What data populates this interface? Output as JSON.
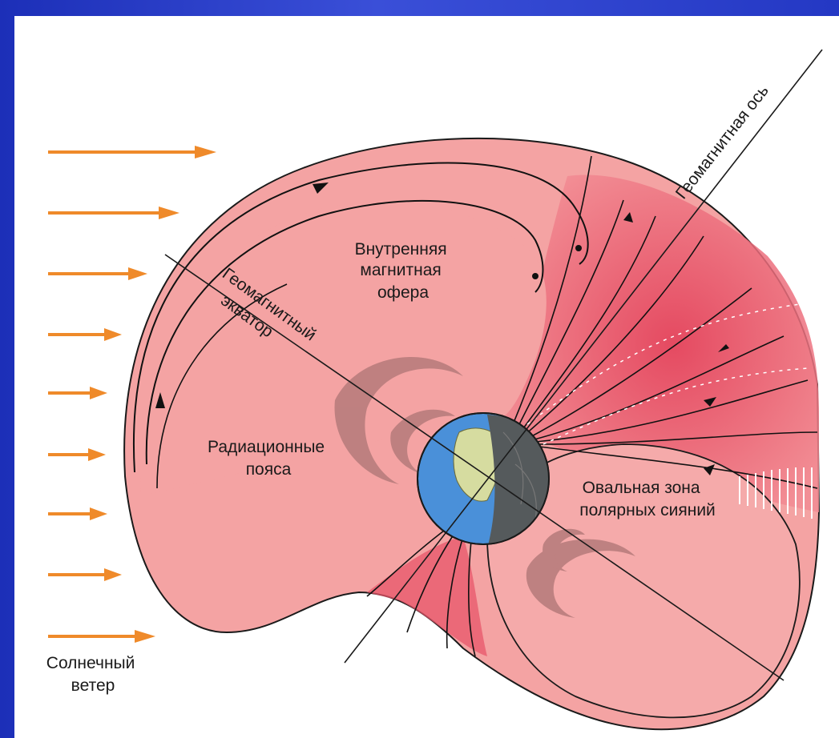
{
  "diagram": {
    "labels": {
      "inner_magnetosphere": [
        "Внутренняя",
        "магнитная",
        "офера"
      ],
      "radiation_belts": [
        "Радиационные",
        "пояса"
      ],
      "geomagnetic_equator": [
        "Геомагнитный",
        "экватор"
      ],
      "geomagnetic_axis": "Геомагнитная ось",
      "auroral_oval": [
        "Овальная зона",
        "полярных сияний"
      ],
      "solar_wind": [
        "Солнечный",
        "ветер"
      ]
    },
    "colors": {
      "magnetosphere_fill": "#f4a3a3",
      "field_line_zone": "#e8566a",
      "radiation_belt": "#b57a7a",
      "solar_wind_arrow": "#ef8a2a",
      "earth_ocean": "#4a90d9",
      "earth_night": "#555a5c",
      "frame": "#2a3fcc"
    }
  }
}
